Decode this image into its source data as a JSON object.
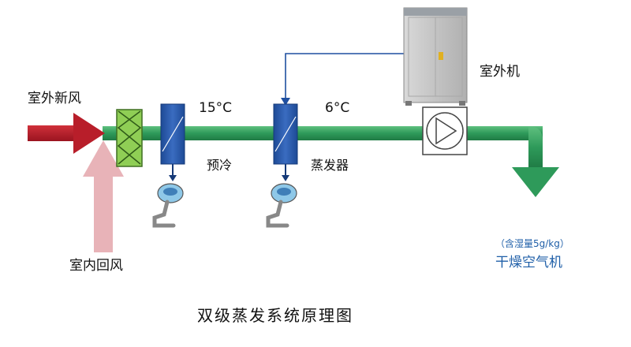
{
  "labels": {
    "outdoor_fresh_air": "室外新风",
    "indoor_return_air": "室内回风",
    "outdoor_unit": "室外机",
    "precool": "预冷",
    "evaporator": "蒸发器",
    "temp_precool": "15°C",
    "temp_evap": "6°C",
    "humidity_note": "（含湿量5g/kg）",
    "dry_air_unit": "干燥空气机",
    "caption": "双级蒸发系统原理图"
  },
  "colors": {
    "main_duct": "#2e9a5a",
    "fresh_air_arrow": "#b81e2a",
    "return_air_arrow": "#e8b3b8",
    "coil": "#2a5aa8",
    "refrigerant_line": "#1f4fa0",
    "filter": "#8fce55"
  },
  "icons": {
    "filter": "filter-icon",
    "coil": "coil-icon",
    "fan": "fan-icon",
    "drain": "drain-trap-icon",
    "condenser": "outdoor-unit-icon"
  }
}
